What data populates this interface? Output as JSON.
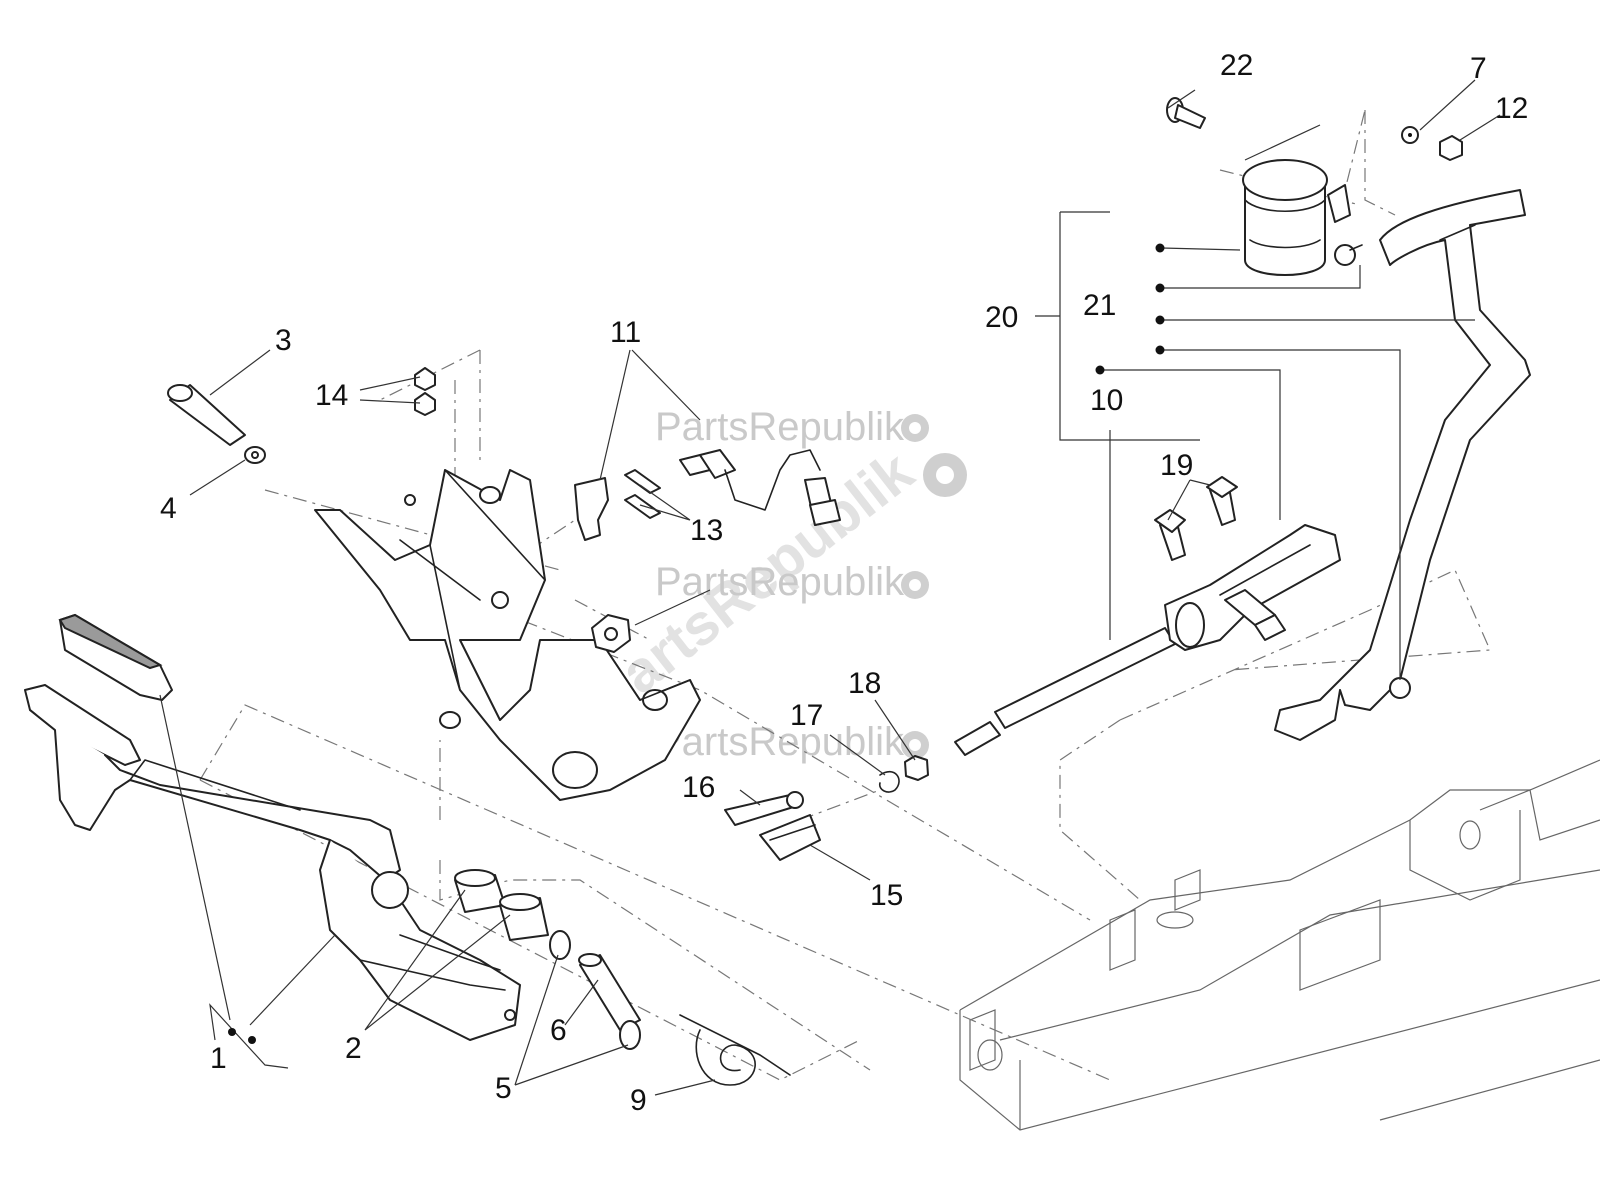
{
  "watermark": {
    "text": "PartsRepublik"
  },
  "callouts": [
    "1",
    "2",
    "3",
    "4",
    "5",
    "6",
    "7",
    "9",
    "10",
    "11",
    "12",
    "13",
    "14",
    "15",
    "16",
    "17",
    "18",
    "19",
    "20",
    "21",
    "22"
  ]
}
